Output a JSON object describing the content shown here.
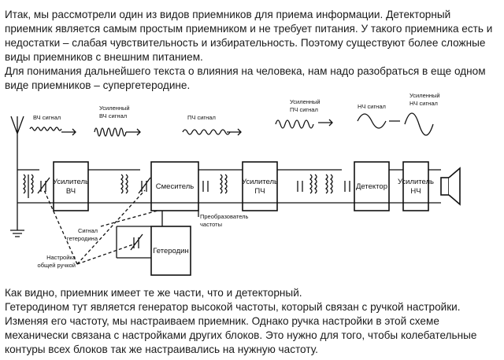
{
  "intro": [
    "Итак, мы рассмотрели один из видов приемников для приема информации. Детекторный",
    "приемник является самым простым приемником и не требует питания. У такого приемника есть и",
    "недостатки – слабая чувствительность и избирательность. Поэтому существуют более сложные",
    "виды приемников с внешним питанием.",
    "Для понимания дальнейшего текста о влияния на человека, нам надо разобраться в еще одном",
    "виде приемников – супергетеродине."
  ],
  "diagram": {
    "signals": {
      "rf": [
        "ВЧ сигнал"
      ],
      "rf_amp": [
        "Усиленный",
        "ВЧ сигнал"
      ],
      "if": [
        "ПЧ сигнал"
      ],
      "if_amp": [
        "Усиленный",
        "ПЧ сигнал"
      ],
      "lf": [
        "НЧ сигнал"
      ],
      "lf_amp": [
        "Усиленный",
        "НЧ сигнал"
      ]
    },
    "blocks": {
      "rf_amplifier": [
        "Усилитель",
        "ВЧ"
      ],
      "mixer": [
        "Смеситель"
      ],
      "if_amplifier": [
        "Усилитель",
        "ПЧ"
      ],
      "detector": [
        "Детектор"
      ],
      "lf_amplifier": [
        "Усилитель",
        "НЧ"
      ],
      "local_oscillator": [
        "Гетеродин"
      ]
    },
    "notes": {
      "converter": [
        "Преобразователь",
        "частоты"
      ],
      "lo_signal": [
        "Сигнал",
        "гетеродина"
      ],
      "ganged_tuning": [
        "Настройка",
        "общей ручкой"
      ]
    }
  },
  "outro": [
    "Как видно, приемник имеет те же части, что и детекторный.",
    "Гетеродином тут является генератор высокой частоты, который связан с ручкой настройки.",
    "Изменяя его частоту, мы настраиваем приемник. Однако ручка настройки в этой схеме",
    "механически связана с настройками других блоков. Это нужно для того, чтобы колебательные",
    "контуры всех блоков так же настраивались на нужную частоту."
  ]
}
